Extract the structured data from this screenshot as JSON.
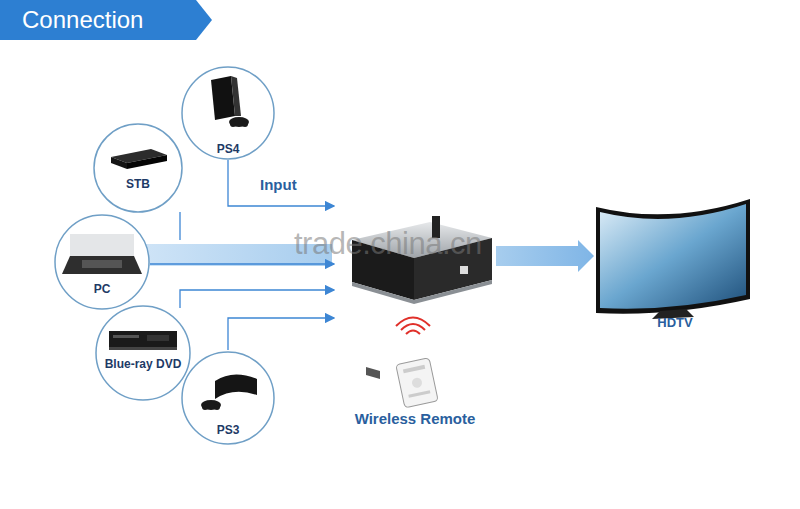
{
  "diagram": {
    "title": "Connection",
    "nodes": [
      {
        "text": [
          "PS4"
        ]
      },
      {
        "text": [
          "STB"
        ]
      },
      {
        "text": [
          "PC"
        ]
      },
      {
        "text": [
          "Blue-ray DVD"
        ]
      },
      {
        "text": [
          "PS3"
        ]
      },
      {
        "text": [
          "HDTV"
        ]
      },
      {
        "text": [
          "Wireless Remote"
        ]
      }
    ],
    "labels": [
      "Input",
      "trade.china.cn"
    ]
  }
}
